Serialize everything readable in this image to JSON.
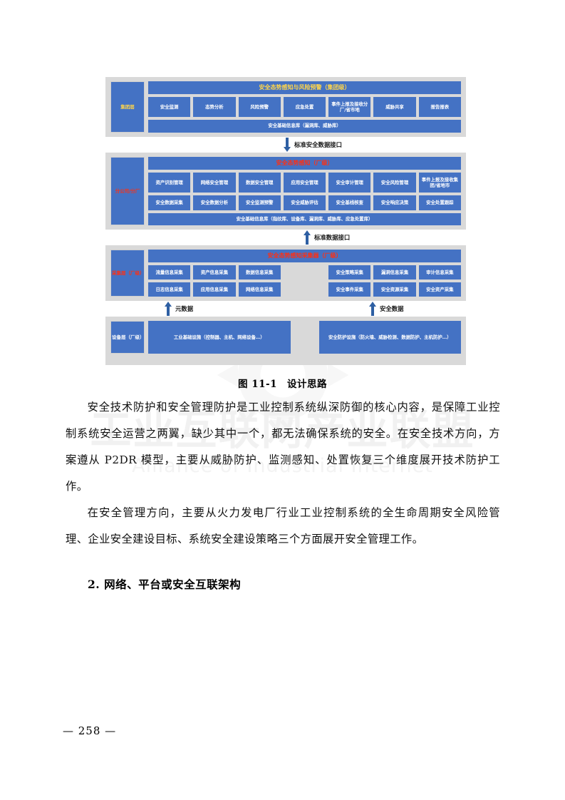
{
  "figure": {
    "caption": "图 11-1　设计思路",
    "colors": {
      "box_blue": "#4472C4",
      "band_gray": "#D9D9D9",
      "label_gold": "#FFD54A",
      "label_red": "#FF2F12",
      "arrow_blue": "#2E5FA3"
    },
    "layers": [
      {
        "label": "集团层",
        "label_color": "gold",
        "title": "安全态势感知与风险预警（集团级）",
        "title_color": "gold",
        "rows": [
          [
            "安全监测",
            "态势分析",
            "风险预警",
            "应急处置",
            "事件上报及接收分厂/省市地",
            "威胁共享",
            "报告报表"
          ]
        ],
        "footer": "安全基础信息库（漏洞库、威胁库）"
      },
      {
        "label": "分公司/分厂",
        "label_color": "red",
        "title": "安全态势感知（厂级）",
        "title_color": "red",
        "rows": [
          [
            "资产识别管理",
            "网络安全管理",
            "数据安全管理",
            "应用安全管理",
            "安全审计管理",
            "安全风险管理",
            "事件上报及接收集团/省地市"
          ],
          [
            "安全数据采集",
            "安全数据分析",
            "安全监测预警",
            "安全威胁评估",
            "安全基线核查",
            "安全响应决策",
            "安全处置跟踪"
          ]
        ],
        "footer": "安全基础信息库（指纹库、设备库、漏洞库、威胁库、应急处置库）"
      },
      {
        "label": "采集层（厂级）",
        "label_color": "red",
        "title": "安全态势感知采集器（厂级）",
        "title_color": "red",
        "rows": [
          [
            "流量信息采集",
            "资产信息采集",
            "数据信息采集",
            "",
            "安全策略采集",
            "漏洞信息采集",
            "审计信息采集"
          ],
          [
            "日志信息采集",
            "应用信息采集",
            "网络信息采集",
            "",
            "安全事件采集",
            "安全资源采集",
            "安全资产采集"
          ]
        ],
        "footer": ""
      },
      {
        "label": "设备层（厂级）",
        "label_color": "white",
        "title": "",
        "title_color": "white",
        "rows": [
          [
            "工业基础设施（控制器、主机、网络设备…）",
            "安全防护设施（防火墙、威胁检测、数据防护、主机防护…）"
          ]
        ],
        "footer": ""
      }
    ],
    "connectors": [
      {
        "id": "group-to-plant",
        "arrows": [
          "down"
        ],
        "labels": [
          "标准安全数据接口"
        ]
      },
      {
        "id": "plant-to-collector",
        "arrows": [
          "up"
        ],
        "labels": [
          "标准数据接口"
        ]
      },
      {
        "id": "collector-to-device",
        "arrows": [
          "up",
          "up"
        ],
        "labels": [
          "元数据",
          "安全数据"
        ]
      }
    ]
  },
  "body": {
    "paragraphs": [
      "安全技术防护和安全管理防护是工业控制系统纵深防御的核心内容，是保障工业控制系统安全运营之两翼，缺少其中一个，都无法确保系统的安全。在安全技术方向，方案遵从 P2DR 模型，主要从威胁防护、监测感知、处置恢复三个维度展开技术防护工作。",
      "在安全管理方向，主要从火力发电厂行业工业控制系统的全生命周期安全风险管理、企业安全建设目标、系统安全建设策略三个方面展开安全管理工作。"
    ],
    "heading": "2. 网络、平台或安全互联架构"
  },
  "watermark": {
    "cn": "工业互联网产业联盟",
    "en": "Alliance of Industrial Internet"
  },
  "footer": {
    "page_number": "— 258 —"
  }
}
